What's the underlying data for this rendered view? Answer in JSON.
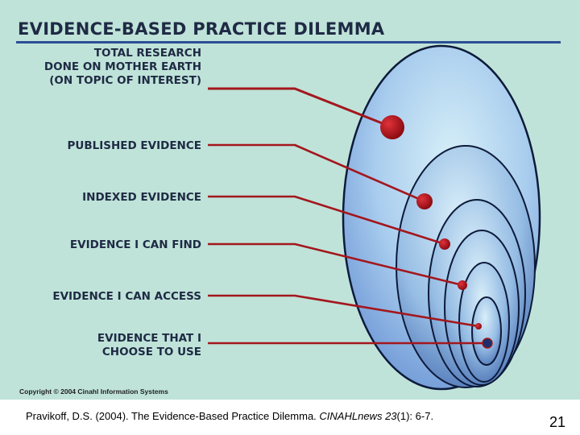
{
  "slide": {
    "title": "EVIDENCE-BASED PRACTICE DILEMMA",
    "copyright": "Copyright © 2004 Cinahl Information Systems",
    "page_number": "21"
  },
  "diagram": {
    "colors": {
      "background": "#bfe3d9",
      "title_rule": "#2b4f94",
      "connector": "#a3171d",
      "marker": "#b5121b",
      "ellipse_outline": "#0d1a3a",
      "ellipse_fill": "#a9c9ec"
    },
    "levels": [
      {
        "label": "TOTAL RESEARCH\nDONE ON MOTHER EARTH\n(ON TOPIC OF INTEREST)"
      },
      {
        "label": "PUBLISHED EVIDENCE"
      },
      {
        "label": "INDEXED EVIDENCE"
      },
      {
        "label": "EVIDENCE I CAN FIND"
      },
      {
        "label": "EVIDENCE I CAN ACCESS"
      },
      {
        "label": "EVIDENCE THAT I\nCHOOSE TO USE"
      }
    ]
  },
  "citation": {
    "authors": "Pravikoff, D.S. (2004). The Evidence-Based Practice Dilemma.",
    "journal": "CINAHLnews",
    "volume": "23",
    "issue_pages": "(1): 6-7."
  }
}
